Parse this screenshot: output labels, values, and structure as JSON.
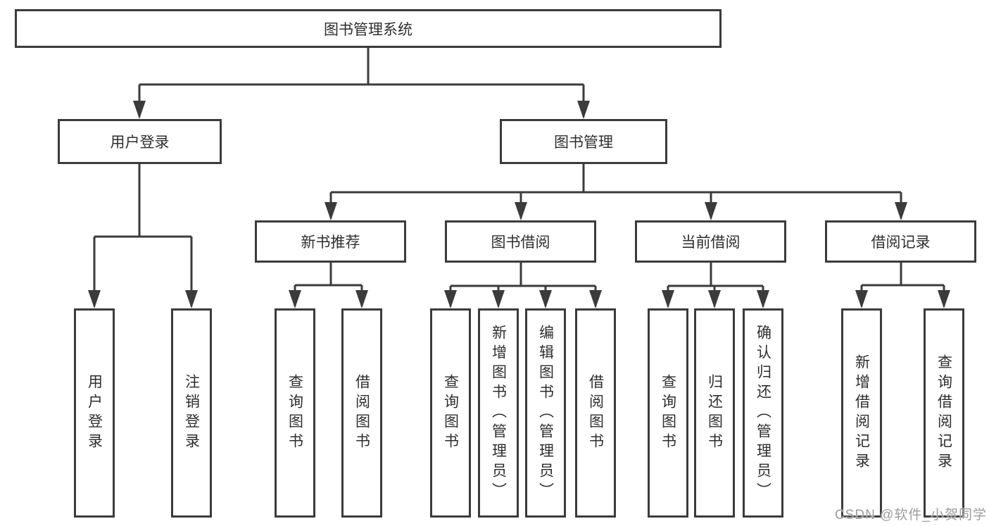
{
  "diagram": {
    "title": "图书管理系统",
    "level2": [
      "用户登录",
      "图书管理"
    ],
    "level3": [
      "新书推荐",
      "图书借阅",
      "当前借阅",
      "借阅记录"
    ],
    "leaves": {
      "user_login": [
        "用户登录",
        "注销登录"
      ],
      "new_book_recommend": [
        "查询图书",
        "借阅图书"
      ],
      "book_borrow": [
        "查询图书",
        "新增图书（管理员）",
        "编辑图书（管理员）",
        "借阅图书"
      ],
      "current_borrow": [
        "查询图书",
        "归还图书",
        "确认归还（管理员）"
      ],
      "borrow_records": [
        "新增借阅记录",
        "查询借阅记录"
      ]
    }
  },
  "watermark": {
    "text": "CSDN @软件_小贺同学",
    "color": "#9c9c9c"
  },
  "colors": {
    "line": "#3b3b3b",
    "text": "#2e2e2e",
    "node_background": "#ffffff",
    "page_background": "#ffffff"
  }
}
